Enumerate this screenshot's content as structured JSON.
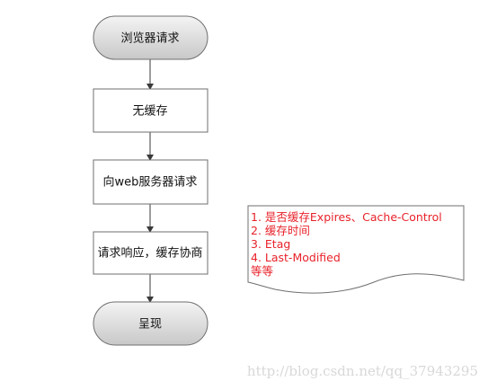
{
  "flowchart": {
    "nodes": [
      {
        "id": "browser-request",
        "label": "浏览器请求",
        "shape": "terminator"
      },
      {
        "id": "no-cache",
        "label": "无缓存",
        "shape": "process"
      },
      {
        "id": "request-web-server",
        "label": "向web服务器请求",
        "shape": "process"
      },
      {
        "id": "response-cache-negotiation",
        "label": "请求响应，缓存协商",
        "shape": "process"
      },
      {
        "id": "render",
        "label": "呈现",
        "shape": "terminator"
      }
    ],
    "edges": [
      {
        "from": "browser-request",
        "to": "no-cache"
      },
      {
        "from": "no-cache",
        "to": "request-web-server"
      },
      {
        "from": "request-web-server",
        "to": "response-cache-negotiation"
      },
      {
        "from": "response-cache-negotiation",
        "to": "render"
      }
    ]
  },
  "note": {
    "lines": [
      "1. 是否缓存Expires、Cache-Control",
      "2. 缓存时间",
      "3. Etag",
      "4. Last-Modified",
      "等等"
    ]
  },
  "colors": {
    "terminator_fill_top": "#f2f2f2",
    "terminator_fill_bottom": "#c9c9c9",
    "process_fill": "#ffffff",
    "stroke": "#6f6f6f",
    "connector": "#3a3a3a",
    "note_text": "#e8222a"
  },
  "watermark": "http://blog.csdn.net/qq_37943295"
}
